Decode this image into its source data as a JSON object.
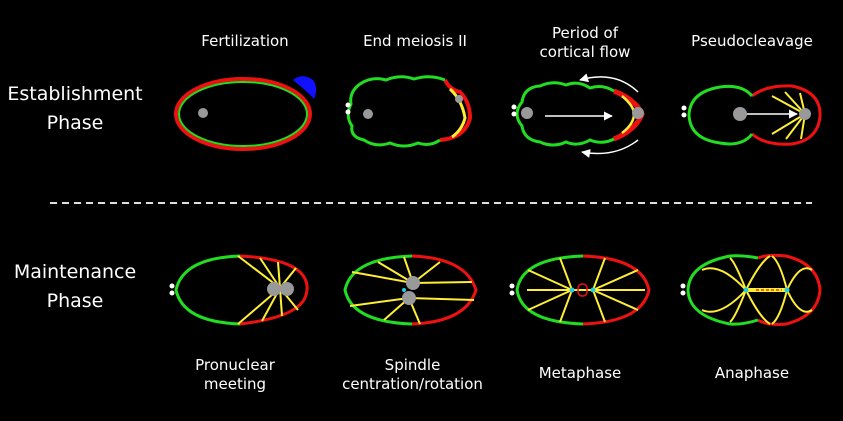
{
  "phases": {
    "establishment": {
      "line1": "Establishment",
      "line2": "Phase"
    },
    "maintenance": {
      "line1": "Maintenance",
      "line2": "Phase"
    }
  },
  "stages_top": [
    {
      "line1": "Fertilization",
      "line2": ""
    },
    {
      "line1": "End meiosis II",
      "line2": ""
    },
    {
      "line1": "Period of",
      "line2": "cortical flow"
    },
    {
      "line1": "Pseudocleavage",
      "line2": ""
    }
  ],
  "stages_bottom": [
    {
      "line1": "Pronuclear",
      "line2": "meeting"
    },
    {
      "line1": "Spindle",
      "line2": "centration/rotation"
    },
    {
      "line1": "Metaphase",
      "line2": ""
    },
    {
      "line1": "Anaphase",
      "line2": ""
    }
  ],
  "colors": {
    "anterior_cortex": "#22dd22",
    "posterior_cortex": "#ee1111",
    "microtubules": "#ffee33",
    "nucleus": "#999999",
    "sperm": "#1111ff",
    "flow_arrow": "#ffffff",
    "divider": "#ffffff"
  }
}
